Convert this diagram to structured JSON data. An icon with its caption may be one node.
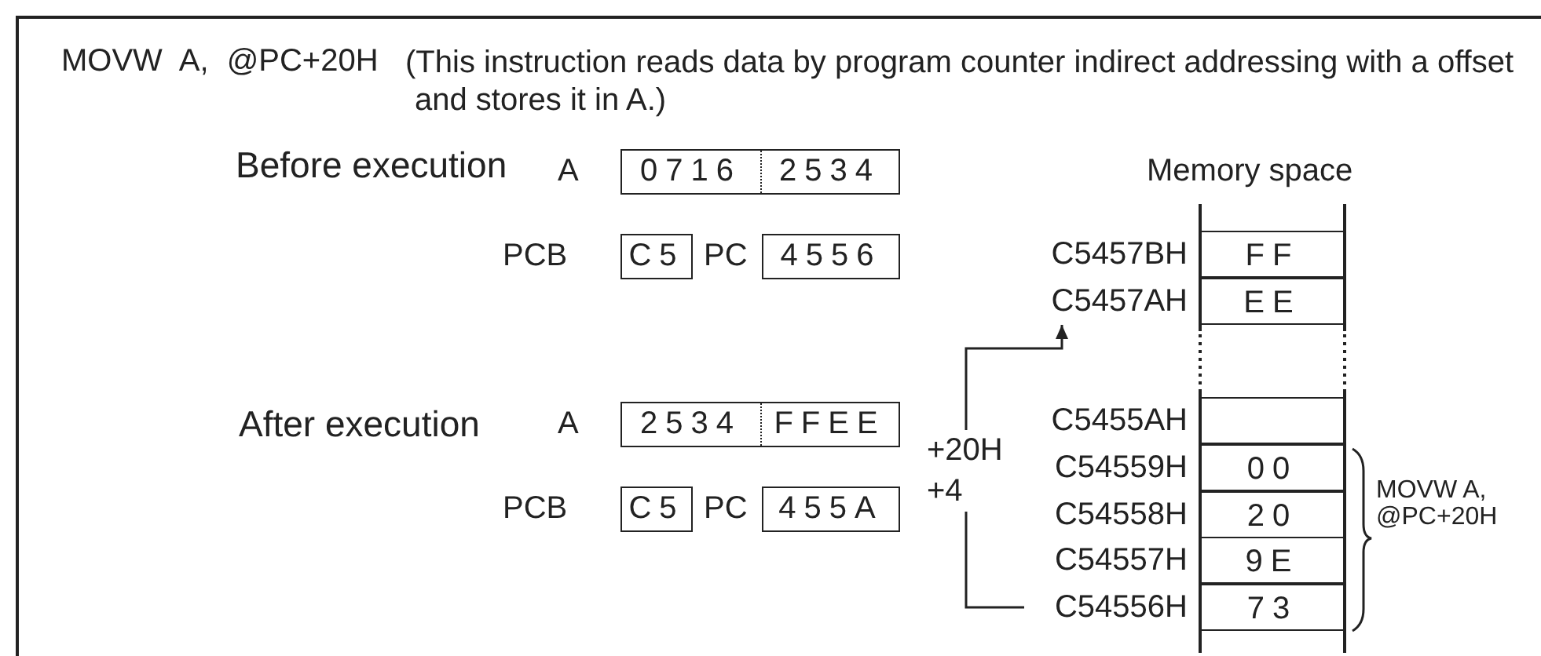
{
  "diagram": {
    "title": "MOVW A, @PC+20H",
    "nodes": [
      {
        "text": [
          "0716",
          "2534"
        ],
        "beside": [
          "A"
        ]
      },
      {
        "text": [
          "C5"
        ],
        "beside": [
          "PCB"
        ]
      },
      {
        "text": [
          "4556"
        ],
        "beside": [
          "PC"
        ]
      },
      {
        "text": [
          "2534",
          "FFEE"
        ],
        "beside": [
          "A"
        ]
      },
      {
        "text": [
          "C5"
        ],
        "beside": [
          "PCB"
        ]
      },
      {
        "text": [
          "455A"
        ],
        "beside": [
          "PC"
        ]
      },
      {
        "text": [
          "FF"
        ],
        "beside": [
          "C5457BH"
        ]
      },
      {
        "text": [
          "EE"
        ],
        "beside": [
          "C5457AH"
        ]
      },
      {
        "text": [],
        "shape": "box",
        "beside": [
          "C5455AH"
        ]
      },
      {
        "text": [
          "00"
        ],
        "beside": [
          "C54559H"
        ]
      },
      {
        "text": [
          "20"
        ],
        "beside": [
          "C54558H"
        ]
      },
      {
        "text": [
          "9E"
        ],
        "beside": [
          "C54557H"
        ]
      },
      {
        "text": [
          "73"
        ],
        "beside": [
          "C54556H"
        ]
      }
    ],
    "edges": [
      {
        "from": 12,
        "to": 7,
        "arrow": "to",
        "label": "+20H +4"
      }
    ],
    "labels": [
      "(This instruction reads data by program counter indirect addressing with a offset and stores it in A.)",
      "Before execution",
      "Memory space",
      "After execution",
      "MOVW A, @PC+20H"
    ]
  }
}
